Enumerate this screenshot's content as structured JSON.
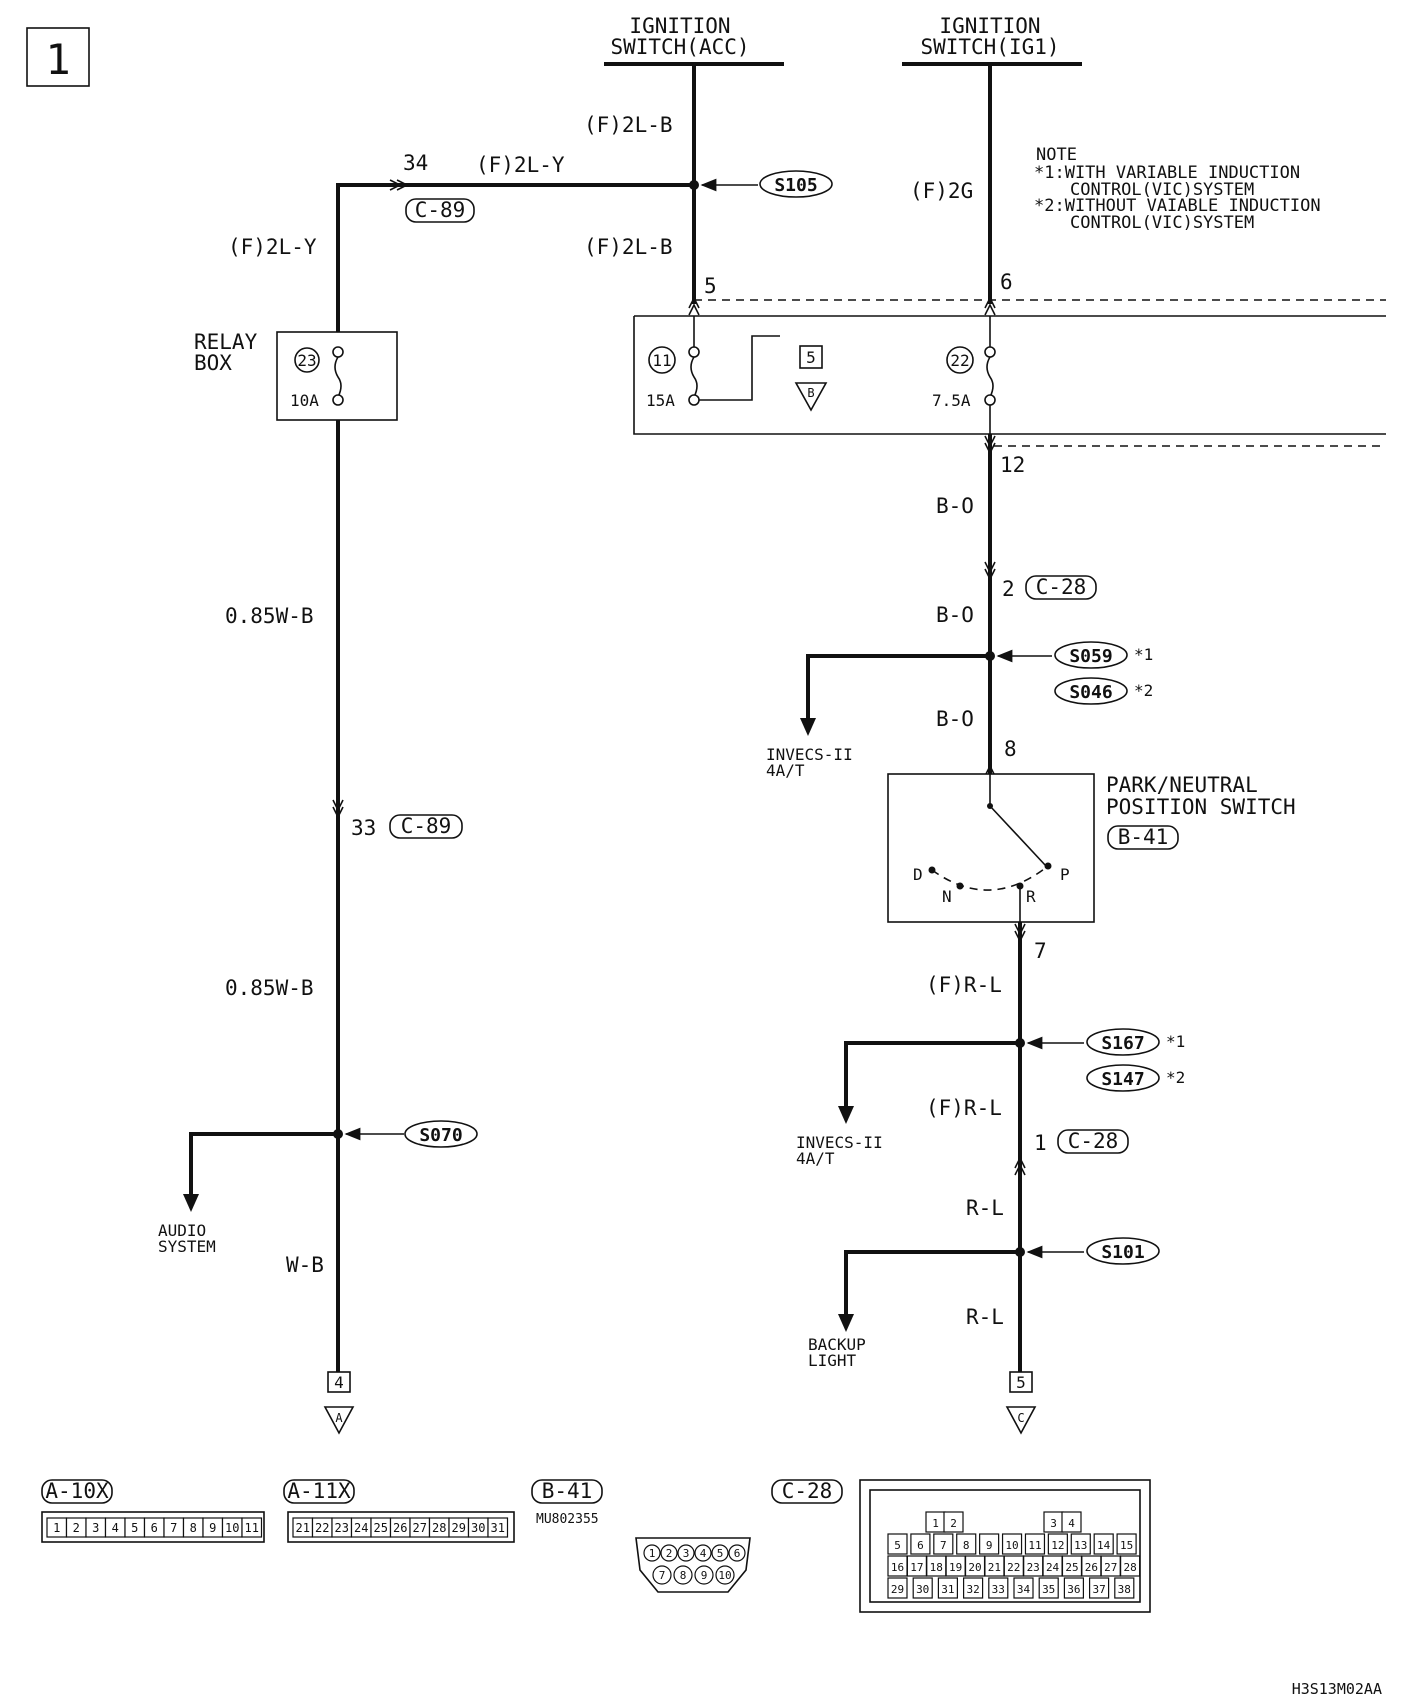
{
  "page_number": "1",
  "sources": [
    {
      "line1": "IGNITION",
      "line2": "SWITCH(ACC)"
    },
    {
      "line1": "IGNITION",
      "line2": "SWITCH(IG1)"
    }
  ],
  "note": {
    "title": "NOTE",
    "l1": "*1:WITH VARIABLE INDUCTION",
    "l2": "CONTROL(VIC)SYSTEM",
    "l3": "*2:WITHOUT VAIABLE INDUCTION",
    "l4": "CONTROL(VIC)SYSTEM"
  },
  "wires": {
    "acc_top": "(F)2L-B",
    "acc_bottom": "(F)2L-B",
    "acc_branch": "(F)2L-Y",
    "left_down": "(F)2L-Y",
    "ig1": "(F)2G",
    "left_mid1": "0.85W-B",
    "left_mid2": "0.85W-B",
    "left_bottom": "W-B",
    "right_b1": "B-O",
    "right_b2": "B-O",
    "right_b3": "B-O",
    "right_r1": "(F)R-L",
    "right_r2": "(F)R-L",
    "right_r3": "R-L",
    "right_r4": "R-L"
  },
  "pins": {
    "p34": "34",
    "p5": "5",
    "p6": "6",
    "p12": "12",
    "p2": "2",
    "p8": "8",
    "p7": "7",
    "p1": "1",
    "p33": "33"
  },
  "connectors": {
    "c89_top": "C-89",
    "c89_bottom": "C-89",
    "c28_top": "C-28",
    "c28_bottom": "C-28",
    "b41": "B-41"
  },
  "splices": {
    "s105": "S105",
    "s059": "S059",
    "s046": "S046",
    "s167": "S167",
    "s147": "S147",
    "s101": "S101",
    "s070": "S070",
    "m1": "*1",
    "m2": "*2",
    "m3": "*1",
    "m4": "*2"
  },
  "relay_box": {
    "line1": "RELAY",
    "line2": "BOX",
    "fuse_no": "23",
    "rating": "10A"
  },
  "junction": {
    "fuse11_no": "11",
    "fuse11_rating": "15A",
    "fuse22_no": "22",
    "fuse22_rating": "7.5A",
    "ref_box": "5",
    "ref_tri": "B"
  },
  "switch": {
    "line1": "PARK/NEUTRAL",
    "line2": "POSITION SWITCH",
    "D": "D",
    "N": "N",
    "R": "R",
    "P": "P"
  },
  "destinations": {
    "invecs1_l1": "INVECS-II",
    "invecs1_l2": "4A/T",
    "invecs2_l1": "INVECS-II",
    "invecs2_l2": "4A/T",
    "audio_l1": "AUDIO",
    "audio_l2": "SYSTEM",
    "backup_l1": "BACKUP",
    "backup_l2": "LIGHT"
  },
  "terminals": {
    "left_box": "4",
    "left_tri": "A",
    "right_box": "5",
    "right_tri": "C"
  },
  "connector_views": {
    "a10x": "A-10X",
    "a10x_pins": [
      "1",
      "2",
      "3",
      "4",
      "5",
      "6",
      "7",
      "8",
      "9",
      "10",
      "11"
    ],
    "a11x": "A-11X",
    "a11x_pins": [
      "21",
      "22",
      "23",
      "24",
      "25",
      "26",
      "27",
      "28",
      "29",
      "30",
      "31"
    ],
    "b41": "B-41",
    "b41_part": "MU802355",
    "b41_pins_top": [
      "1",
      "2",
      "3",
      "4",
      "5",
      "6"
    ],
    "b41_pins_bottom": [
      "7",
      "8",
      "9",
      "10"
    ],
    "c28": "C-28",
    "c28_pins": [
      "1",
      "2",
      "3",
      "4",
      "5",
      "6",
      "7",
      "8",
      "9",
      "10",
      "11",
      "12",
      "13",
      "14",
      "15",
      "16",
      "17",
      "18",
      "19",
      "20",
      "21",
      "22",
      "23",
      "24",
      "25",
      "26",
      "27",
      "28",
      "29",
      "30",
      "31",
      "32",
      "33",
      "34",
      "35",
      "36",
      "37",
      "38"
    ]
  },
  "drawing_code": "H3S13M02AA",
  "colors": {
    "ink": "#111111",
    "background": "#ffffff"
  }
}
